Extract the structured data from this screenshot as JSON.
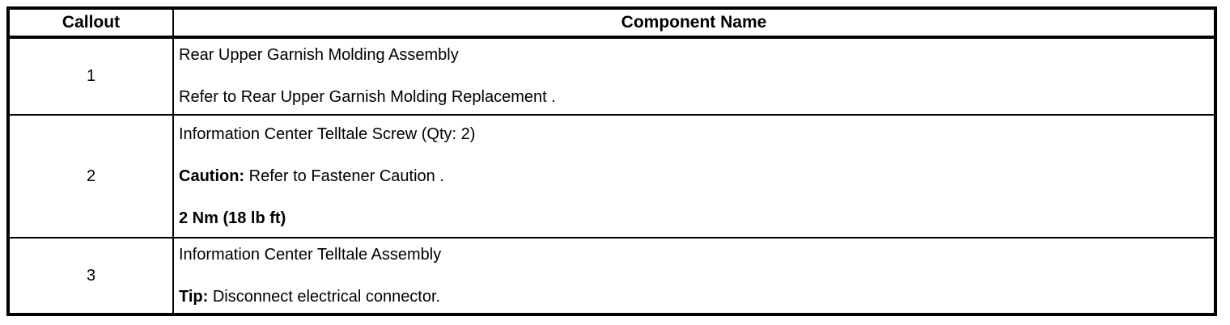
{
  "page": {
    "background": "#ffffff",
    "border_color": "#000000",
    "text_color": "#000000"
  },
  "table": {
    "columns": [
      "Callout",
      "Component Name"
    ],
    "rows": [
      {
        "callout": "1",
        "lines": [
          {
            "bold": "",
            "regular": "Rear Upper Garnish Molding Assembly"
          },
          {
            "bold": "",
            "regular": "Refer to Rear Upper Garnish Molding Replacement ."
          }
        ]
      },
      {
        "callout": "2",
        "lines": [
          {
            "bold": "",
            "regular": "Information Center Telltale Screw (Qty: 2)"
          },
          {
            "bold": "Caution:",
            "regular": " Refer to Fastener Caution ."
          },
          {
            "bold": "2 Nm (18 lb ft)",
            "regular": ""
          }
        ]
      },
      {
        "callout": "3",
        "lines": [
          {
            "bold": "",
            "regular": "Information Center Telltale Assembly"
          },
          {
            "bold": "Tip:",
            "regular": " Disconnect electrical connector."
          }
        ]
      }
    ]
  }
}
